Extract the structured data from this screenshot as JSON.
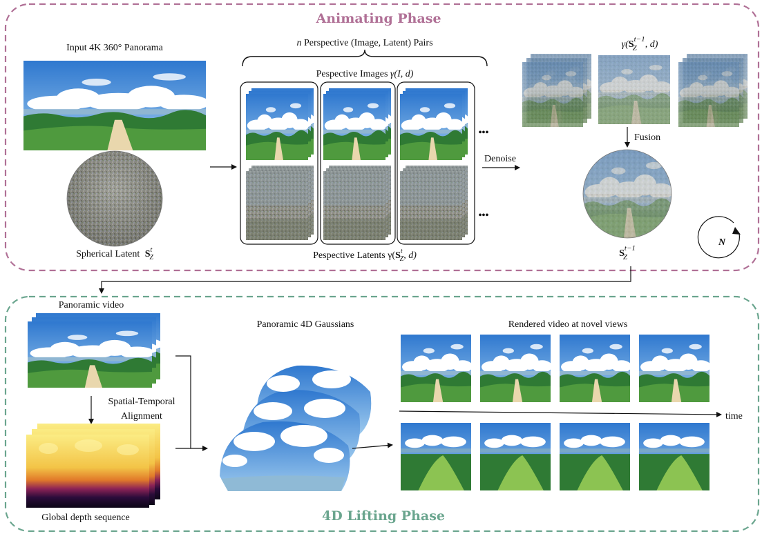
{
  "phases": {
    "animating": {
      "title": "Animating Phase",
      "color": "#b07096"
    },
    "lifting": {
      "title": "4D Lifting Phase",
      "color": "#6aa58e"
    }
  },
  "labels": {
    "input_panorama": "Input 4K 360° Panorama",
    "spherical_latent": "Spherical Latent",
    "spherical_latent_sym": "S",
    "spherical_latent_sub": "Z",
    "spherical_latent_sup": "t",
    "n_pairs": "n",
    "n_pairs_rest": " Perspective (Image, Latent) Pairs",
    "persp_images": "Pespective Images ",
    "persp_images_sym": "γ(I, d)",
    "persp_latents": "Pespective Latents ",
    "persp_latents_sym_a": "γ(",
    "persp_latents_sym_s": "S",
    "persp_latents_sym_sub": "Z",
    "persp_latents_sym_sup": "t",
    "persp_latents_sym_b": ", d)",
    "ellipsis": "•••",
    "denoise": "Denoise",
    "gamma_top_a": "γ(",
    "gamma_top_s": "S",
    "gamma_top_sub": "Z",
    "gamma_top_sup": "t−1",
    "gamma_top_b": ", d)",
    "fusion": "Fusion",
    "s_out": "S",
    "s_out_sub": "Z",
    "s_out_sup": "t−1",
    "loop_n": "N",
    "panoramic_video": "Panoramic video",
    "spatial_temporal_1": "Spatial-Temporal",
    "spatial_temporal_2": "Alignment",
    "global_depth": "Global depth sequence",
    "panoramic_4d": "Panoramic 4D Gaussians",
    "rendered_video": "Rendered video at novel views",
    "time": "time"
  },
  "colors": {
    "sky": "#4f93d8",
    "cloud": "#ffffff",
    "forest": "#2f7a34",
    "meadow": "#7fbf4a",
    "path": "#e9d7ad",
    "noise": "#8a8a80",
    "depth_top": "#f7e36a",
    "depth_mid": "#e8902a",
    "depth_low": "#6a1a6a",
    "depth_base": "#1a0a2a"
  }
}
